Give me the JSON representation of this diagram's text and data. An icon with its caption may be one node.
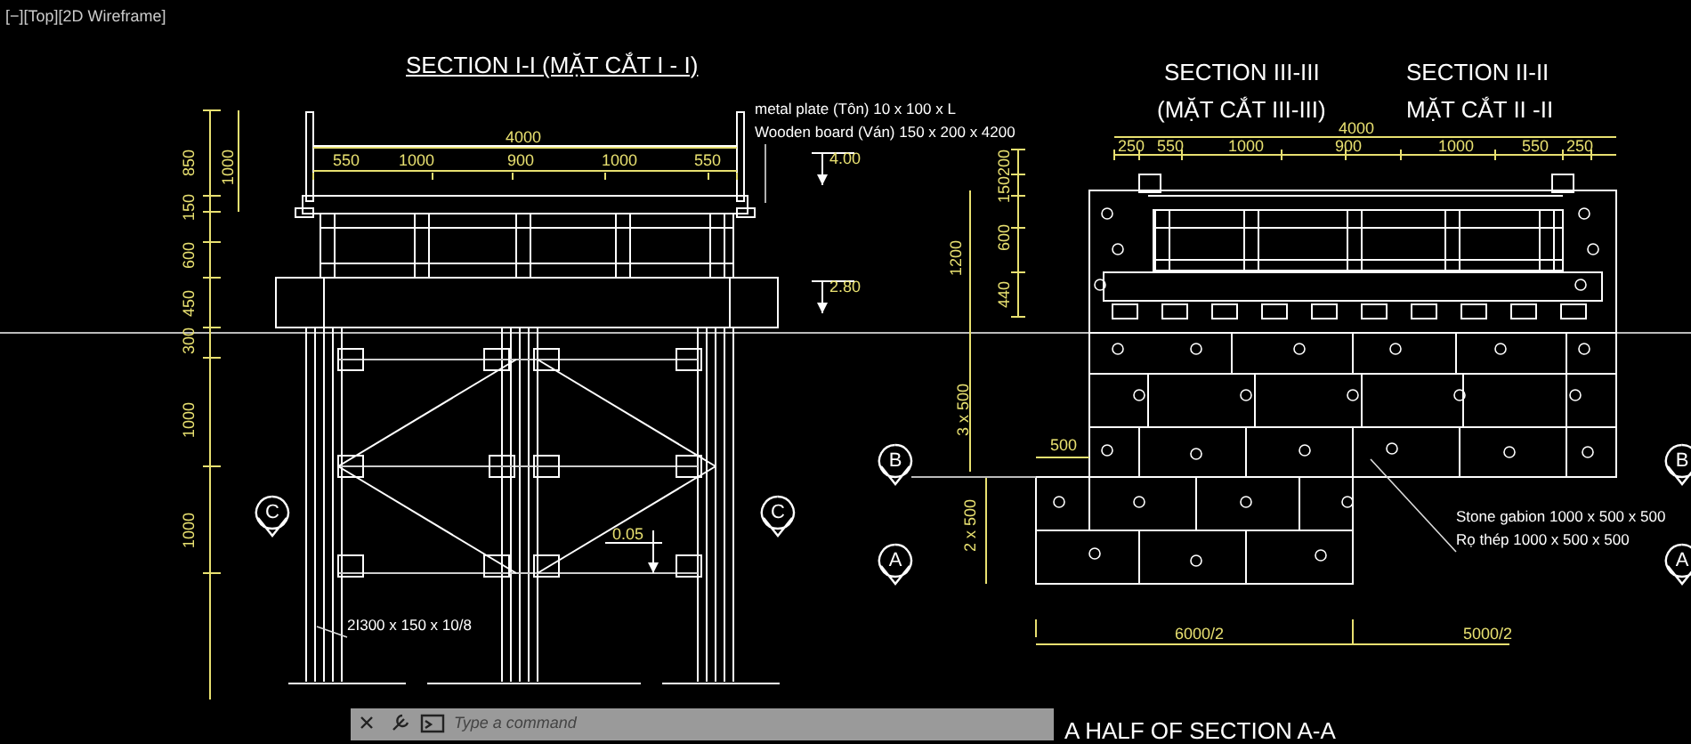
{
  "diagram": {
    "nodes": [
      {
        "text": [
          "metal plate (Tôn) 10 x 100 x L",
          "Wooden board (Ván) 150 x 200 x 4200"
        ]
      },
      {
        "text": [
          "2I300 x 150 x 10/8"
        ]
      },
      {
        "text": [
          "Stone gabion 1000 x 500 x 500",
          "Rọ thép 1000 x 500 x 500"
        ]
      },
      {
        "text": [
          "C"
        ]
      },
      {
        "text": [
          "C"
        ]
      },
      {
        "text": [
          "B"
        ]
      },
      {
        "text": [
          "B"
        ]
      },
      {
        "text": [
          "A"
        ]
      },
      {
        "text": [
          "A"
        ]
      }
    ],
    "edges": [
      {
        "from": 0,
        "to": null,
        "arrow": "none"
      },
      {
        "from": 1,
        "to": null,
        "arrow": "none"
      },
      {
        "from": 2,
        "to": null,
        "arrow": "none"
      }
    ],
    "labels": [
      "[−][Top][2D Wireframe]",
      "SECTION I-I (MẶT CẮT I - I)",
      "4000",
      "550",
      "1000",
      "900",
      "1000",
      "550",
      "850",
      "1000",
      "150",
      "600",
      "450",
      "300",
      "1000",
      "1000",
      "4.00",
      "2.80",
      "0.05",
      "SECTION III-III",
      "(MẶT CẮT III-III)",
      "SECTION II-II",
      "MẶT CẮT II -II",
      "4000",
      "250",
      "550",
      "1000",
      "900",
      "1000",
      "550",
      "250",
      "200",
      "150",
      "600",
      "440",
      "1200",
      "3 x 500",
      "2 x 500",
      "500",
      "6000/2",
      "5000/2",
      "Type a command",
      "A HALF OF SECTION A-A"
    ]
  }
}
